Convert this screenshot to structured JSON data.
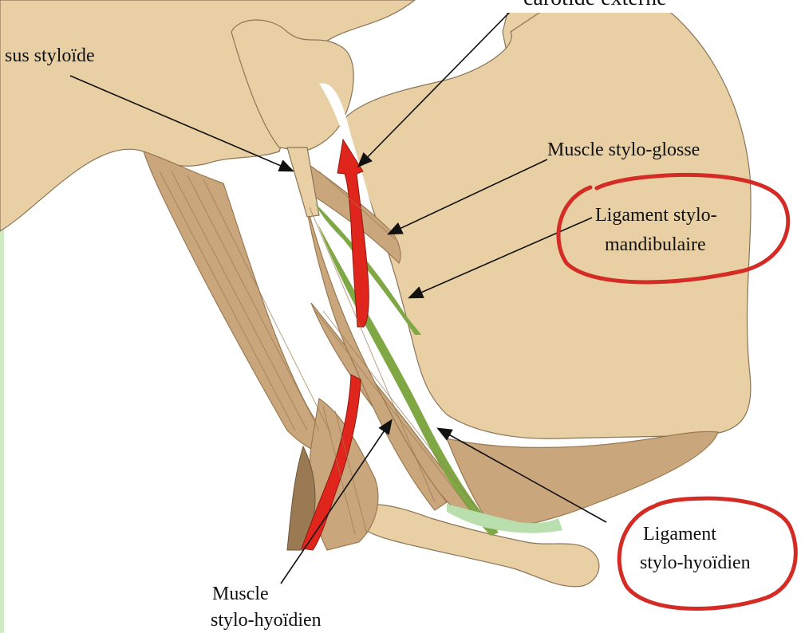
{
  "labels": {
    "processus_styloide": "sus styloïde",
    "carotide_externe": "carotide externe",
    "muscle_stylo_glosse": "Muscle stylo-glosse",
    "ligament_stylo_mandibulaire_line1": "Ligament stylo-",
    "ligament_stylo_mandibulaire_line2": "mandibulaire",
    "ligament_stylo_hyoidien_line1": "Ligament",
    "ligament_stylo_hyoidien_line2": "stylo-hyoïdien",
    "muscle_stylo_hyoidien_line1": "Muscle",
    "muscle_stylo_hyoidien_line2": "stylo-hyoïdien"
  },
  "colors": {
    "bone": "#E8CFA4",
    "muscle": "#C9A67C",
    "muscle_dark": "#9A7A52",
    "ligament_green": "#7FA845",
    "ligament_light_green": "#B9DFAE",
    "artery_red": "#E0261C",
    "annotation_circle": "#D42B24",
    "left_bar": "#CFEBC4"
  },
  "highlighted_labels": [
    "Ligament stylo-mandibulaire",
    "Ligament stylo-hyoïdien"
  ]
}
